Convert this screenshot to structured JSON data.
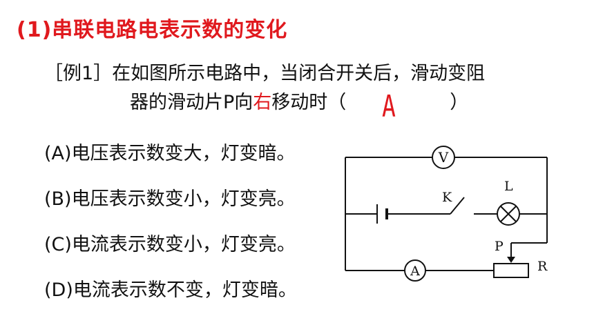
{
  "title": "(1)串联电路电表示数的变化",
  "question": {
    "line1": "［例1］在如图所示电路中，当闭合开关后，滑动变阻",
    "line2_prefix": "器的滑动片P向",
    "line2_highlight": "右",
    "line2_suffix": "移动时（",
    "line2_close": "）",
    "answer": "A"
  },
  "options": [
    "(A)电压表示数变大，灯变暗。",
    "(B)电压表示数变小，灯变亮。",
    "(C)电流表示数变小，灯变亮。",
    "(D)电流表示数不变，灯变暗。"
  ],
  "circuit": {
    "voltmeter": "V",
    "ammeter": "A",
    "lamp_label": "L",
    "switch_label": "K",
    "slider_label": "P",
    "resistor_label": "R"
  }
}
